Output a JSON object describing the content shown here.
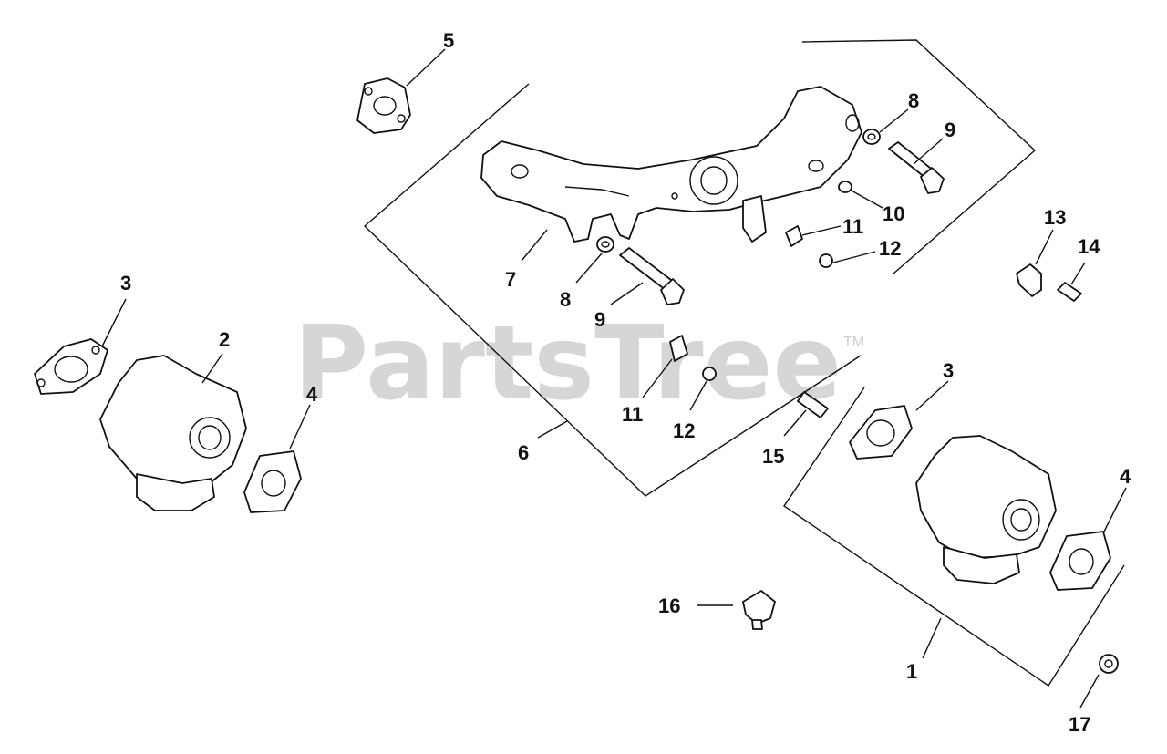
{
  "watermark": {
    "text": "PartsTree",
    "tm": "TM"
  },
  "colors": {
    "line": "#111111",
    "watermark": "#d6d6d6",
    "background": "#ffffff"
  },
  "callouts": [
    {
      "id": "c-5",
      "label": "5"
    },
    {
      "id": "c-8a",
      "label": "8"
    },
    {
      "id": "c-9a",
      "label": "9"
    },
    {
      "id": "c-10",
      "label": "10"
    },
    {
      "id": "c-11a",
      "label": "11"
    },
    {
      "id": "c-12a",
      "label": "12"
    },
    {
      "id": "c-13",
      "label": "13"
    },
    {
      "id": "c-14",
      "label": "14"
    },
    {
      "id": "c-7",
      "label": "7"
    },
    {
      "id": "c-8b",
      "label": "8"
    },
    {
      "id": "c-9b",
      "label": "9"
    },
    {
      "id": "c-3a",
      "label": "3"
    },
    {
      "id": "c-2",
      "label": "2"
    },
    {
      "id": "c-4a",
      "label": "4"
    },
    {
      "id": "c-11b",
      "label": "11"
    },
    {
      "id": "c-12b",
      "label": "12"
    },
    {
      "id": "c-3b",
      "label": "3"
    },
    {
      "id": "c-15",
      "label": "15"
    },
    {
      "id": "c-6",
      "label": "6"
    },
    {
      "id": "c-4b",
      "label": "4"
    },
    {
      "id": "c-16",
      "label": "16"
    },
    {
      "id": "c-1",
      "label": "1"
    },
    {
      "id": "c-17",
      "label": "17"
    }
  ]
}
